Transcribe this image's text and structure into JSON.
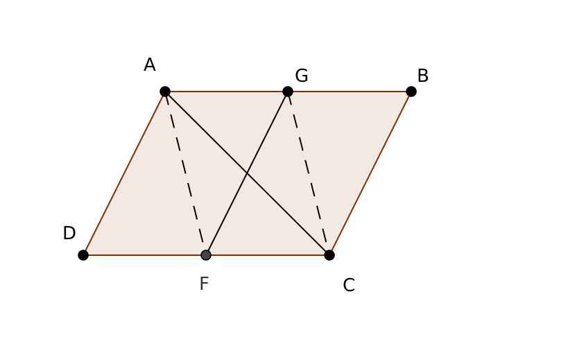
{
  "figure": {
    "fill_color": "#f3e9e3",
    "edge_color": "#8b2c00",
    "line_color": "#000000",
    "points": [
      {
        "id": "A",
        "label": "A",
        "color": "#000000",
        "label_color": "#000000"
      },
      {
        "id": "G",
        "label": "G",
        "color": "#000000",
        "label_color": "#000000"
      },
      {
        "id": "B",
        "label": "B",
        "color": "#000000",
        "label_color": "#000000"
      },
      {
        "id": "D",
        "label": "D",
        "color": "#000000",
        "label_color": "#000000"
      },
      {
        "id": "F",
        "label": "F",
        "color": "#444444",
        "label_color": "#333333"
      },
      {
        "id": "C",
        "label": "C",
        "color": "#000000",
        "label_color": "#000000"
      }
    ],
    "parallelogram": [
      "A",
      "B",
      "C",
      "D"
    ],
    "solid_segments": [
      [
        "A",
        "C"
      ],
      [
        "G",
        "F"
      ]
    ],
    "dashed_segments": [
      [
        "A",
        "F"
      ],
      [
        "G",
        "C"
      ]
    ]
  }
}
